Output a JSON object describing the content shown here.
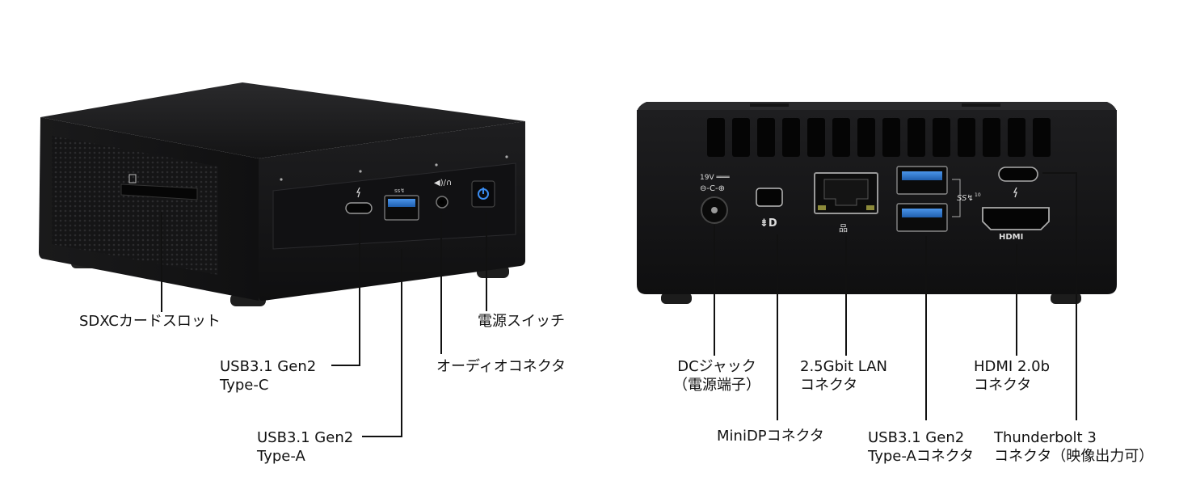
{
  "front": {
    "sdxc": "SDXCカードスロット",
    "usbc": [
      "USB3.1 Gen2",
      "Type-C"
    ],
    "usba": [
      "USB3.1 Gen2",
      "Type-A"
    ],
    "audio": "オーディオコネクタ",
    "power": "電源スイッチ"
  },
  "rear": {
    "dc": [
      "DCジャック",
      "（電源端子）"
    ],
    "minidp": "MiniDPコネクタ",
    "lan": [
      "2.5Gbit LAN",
      "コネクタ"
    ],
    "usba": [
      "USB3.1 Gen2",
      "Type-Aコネクタ"
    ],
    "hdmi": [
      "HDMI 2.0b",
      "コネクタ"
    ],
    "thunderbolt": [
      "Thunderbolt 3",
      "コネクタ（映像出力可）"
    ]
  },
  "port_marks": {
    "dc_voltage": "19V",
    "usb_ss": "SS",
    "usb_speed": "10",
    "hdmi_logo": "HDMI"
  },
  "colors": {
    "body": "#1c1c1e",
    "panel": "#111113",
    "usb_blue": "#2a78d6",
    "power_glow": "#3a8cf0",
    "leader": "#111111"
  }
}
